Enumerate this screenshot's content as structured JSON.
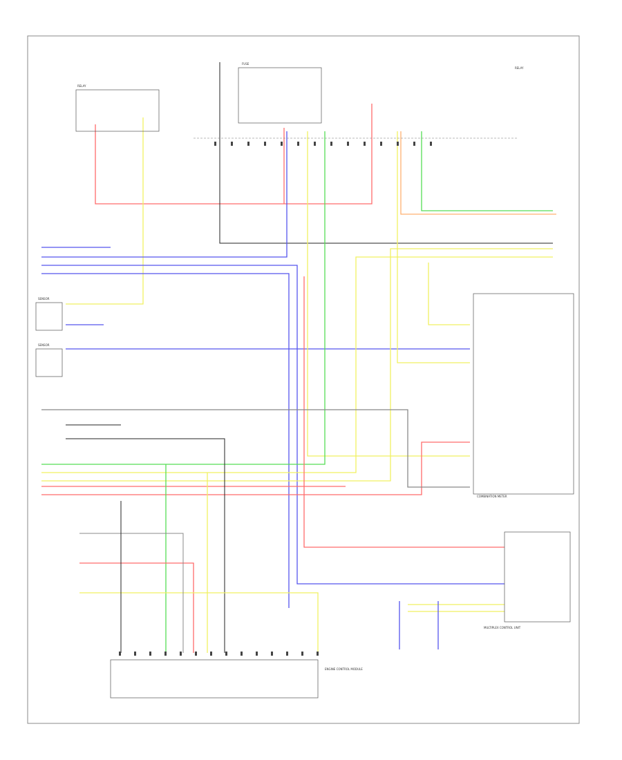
{
  "diagram": {
    "title": "",
    "wire_colors": {
      "red": "#ff6b6b",
      "blue": "#5555ee",
      "yellow": "#f0f060",
      "green": "#55dd55",
      "black": "#222222",
      "gray": "#888888",
      "orange": "#ffb070"
    },
    "components": [
      {
        "id": "engine-control-module",
        "label": "ENGINE CONTROL MODULE"
      },
      {
        "id": "combination-meter",
        "label": "COMBINATION METER"
      },
      {
        "id": "multiplex-control-unit",
        "label": "MULTIPLEX CONTROL UNIT"
      },
      {
        "id": "relay-left",
        "label": "RELAY"
      },
      {
        "id": "relay-right",
        "label": "RELAY"
      },
      {
        "id": "sensor-upper",
        "label": "SENSOR"
      },
      {
        "id": "sensor-lower",
        "label": "SENSOR"
      },
      {
        "id": "fuse-block",
        "label": "FUSE"
      }
    ]
  }
}
